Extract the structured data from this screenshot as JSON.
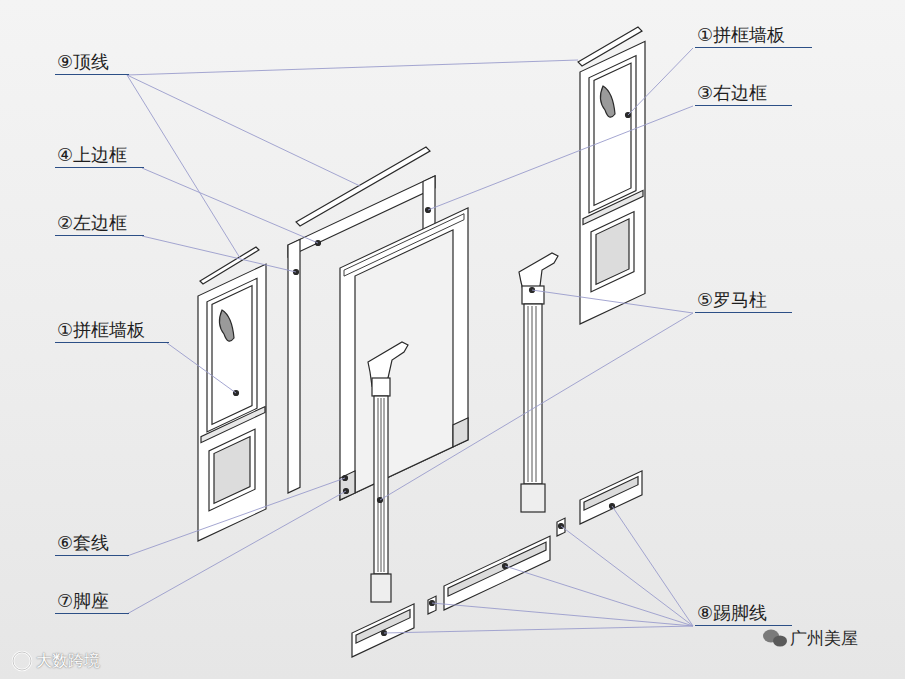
{
  "diagram": {
    "labels": [
      "⑨顶线",
      "④上边框",
      "②左边框",
      "①拼框墙板",
      "⑥套线",
      "⑦脚座",
      "①拼框墙板",
      "③右边框",
      "⑤罗马柱",
      "⑧踢脚线",
      "大数跨境",
      "广州美屋"
    ]
  }
}
